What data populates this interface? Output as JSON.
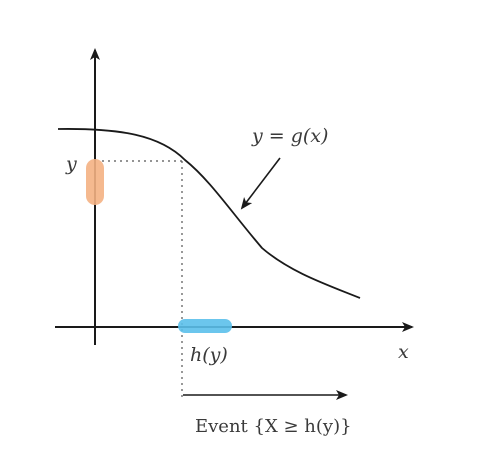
{
  "labels": {
    "y_axis_value": "y",
    "curve": "y = g(x)",
    "x_axis_value": "h(y)",
    "x_axis": "x",
    "event": "Event {X ≥ h(y)}"
  },
  "colors": {
    "axis": "#1a1a1a",
    "curve": "#1a1a1a",
    "dotted_guide": "#555555",
    "y_highlight": "#f4b183",
    "x_highlight": "#5bc0eb",
    "text": "#3a3a3a"
  }
}
